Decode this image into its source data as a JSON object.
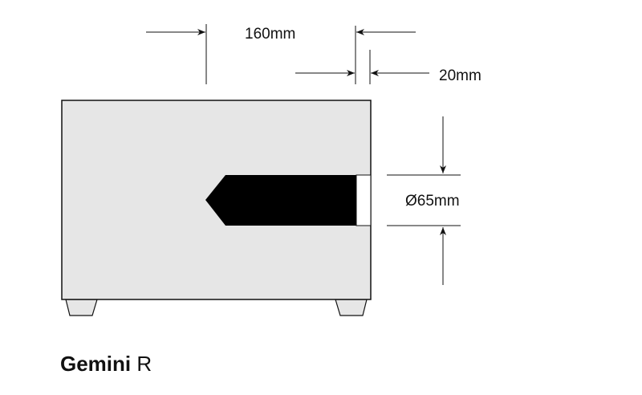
{
  "title": {
    "name_bold": "Gemini",
    "name_suffix": "R"
  },
  "dimensions": {
    "depth": "160mm",
    "protrusion": "20mm",
    "diameter": "Ø65mm"
  },
  "colors": {
    "body": "#e6e6e6",
    "port": "#000000",
    "stroke": "#111111"
  }
}
